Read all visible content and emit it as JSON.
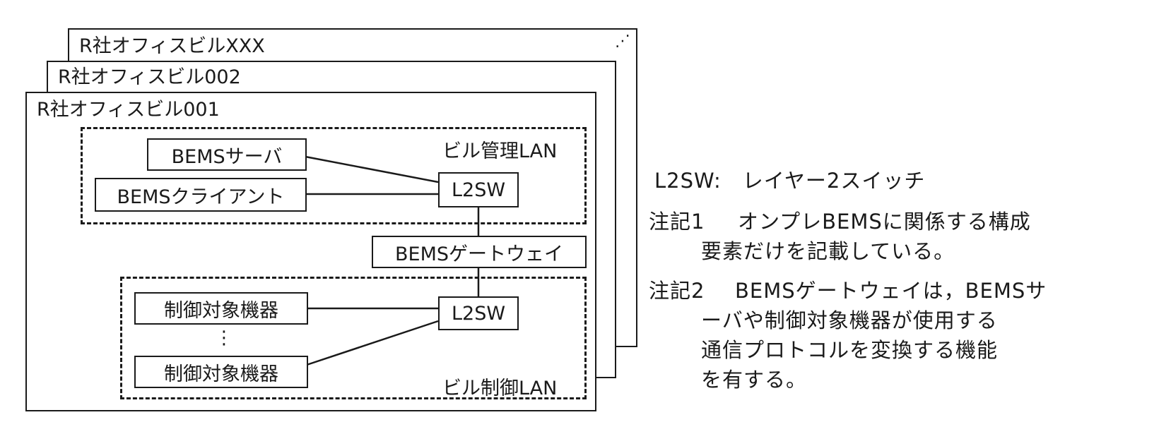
{
  "buildings": {
    "b3": "R社オフィスビルXXX",
    "b2": "R社オフィスビル002",
    "b1": "R社オフィスビル001",
    "continuation": "⋰"
  },
  "mgmt_lan": {
    "label": "ビル管理LAN",
    "server": "BEMSサーバ",
    "client": "BEMSクライアント",
    "switch": "L2SW"
  },
  "gateway": "BEMSゲートウェイ",
  "ctrl_lan": {
    "label": "ビル制御LAN",
    "device1": "制御対象機器",
    "ellipsis": "⋮",
    "device2": "制御対象機器",
    "switch": "L2SW"
  },
  "notes": {
    "l2sw_def": "L2SW:　レイヤー2スイッチ",
    "n1_head": "注記1",
    "n1_line1": "オンプレBEMSに関係する構成",
    "n1_line2": "要素だけを記載している。",
    "n2_head": "注記2",
    "n2_line1": "BEMSゲートウェイは，BEMSサ",
    "n2_line2": "ーバや制御対象機器が使用する",
    "n2_line3": "通信プロトコルを変換する機能",
    "n2_line4": "を有する。"
  }
}
